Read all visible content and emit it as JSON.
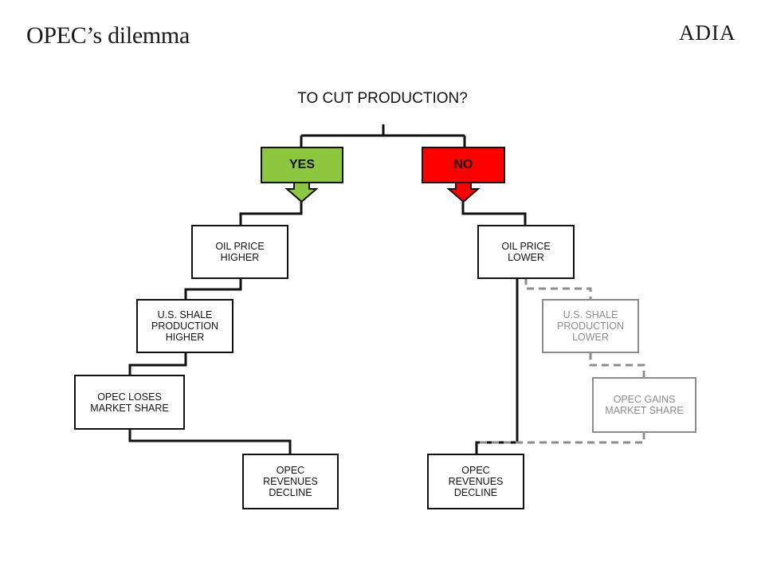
{
  "header": {
    "title": "OPEC’s dilemma",
    "logo_text": "ADIA"
  },
  "diagram": {
    "question": "TO CUT PRODUCTION?",
    "choices": {
      "yes": {
        "label": "YES",
        "color": "#8dc63f"
      },
      "no": {
        "label": "NO",
        "color": "#ff0000"
      }
    },
    "yes_path": {
      "oil_price": "OIL PRICE\nHIGHER",
      "shale": "U.S. SHALE\nPRODUCTION\nHIGHER",
      "market_share": "OPEC LOSES\nMARKET SHARE",
      "revenues": "OPEC\nREVENUES\nDECLINE"
    },
    "no_path": {
      "oil_price": "OIL PRICE\nLOWER",
      "shale": "U.S. SHALE\nPRODUCTION\nLOWER",
      "market_share": "OPEC GAINS\nMARKET SHARE",
      "revenues": "OPEC\nREVENUES\nDECLINE"
    },
    "colors": {
      "line": "#111111",
      "faded": "#8c8c8c"
    }
  }
}
